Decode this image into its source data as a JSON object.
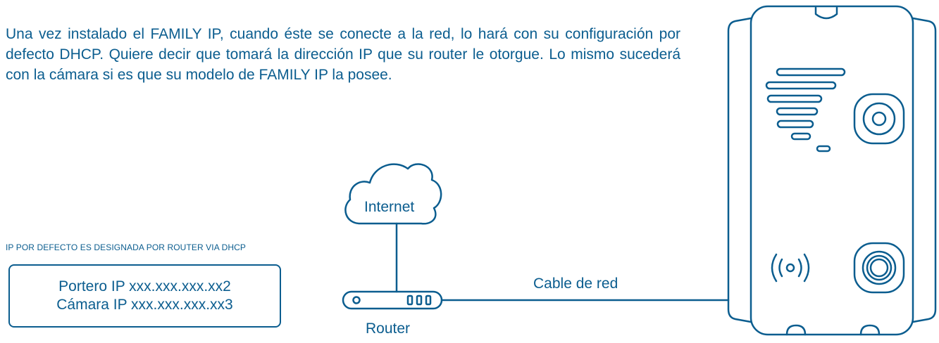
{
  "intro_text": "Una vez instalado el FAMILY IP, cuando éste se conecte a la red, lo hará con su configuración por defecto DHCP. Quiere decir que tomará la dirección IP que su router le otorgue. Lo mismo sucederá con la cámara si es que su modelo de FAMILY IP la posee.",
  "default_ip_note": "IP POR DEFECTO ES DESIGNADA POR ROUTER VIA DHCP",
  "ip_box": {
    "portero_line": "Portero IP xxx.xxx.xxx.xx2",
    "camara_line": "Cámara IP xxx.xxx.xxx.xx3"
  },
  "labels": {
    "internet": "Internet",
    "router": "Router",
    "cable": "Cable de red"
  },
  "icons": [
    "cloud-icon",
    "router-icon",
    "intercom-panel-icon",
    "wireless-signal-icon",
    "push-button-icon",
    "camera-lens-icon",
    "speaker-grille-icon"
  ],
  "colors": {
    "line": "#0b5d8f",
    "text": "#0b5d8f"
  }
}
